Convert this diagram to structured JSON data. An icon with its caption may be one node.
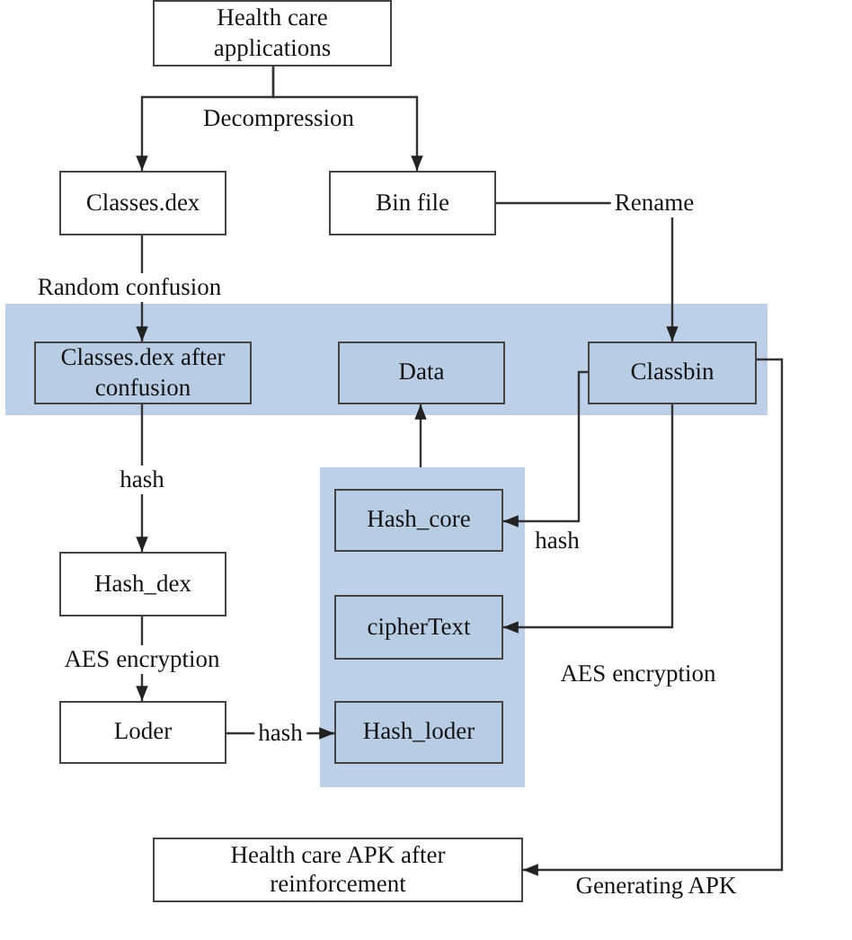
{
  "diagram": {
    "nodes": [
      {
        "text": [
          "Health care applications"
        ]
      },
      {
        "text": [
          "Classes.dex"
        ]
      },
      {
        "text": [
          "Bin file"
        ]
      },
      {
        "text": [],
        "shape": "box"
      },
      {
        "text": [
          "Classes.dex after confusion"
        ],
        "in": 3
      },
      {
        "text": [
          "Data"
        ],
        "in": 3
      },
      {
        "text": [
          "Classbin"
        ],
        "in": 3
      },
      {
        "text": [],
        "shape": "box"
      },
      {
        "text": [
          "Hash_core"
        ],
        "in": 7
      },
      {
        "text": [
          "cipherText"
        ],
        "in": 7
      },
      {
        "text": [
          "Hash_dex"
        ]
      },
      {
        "text": [
          "Loder"
        ]
      },
      {
        "text": [
          "Hash_loder"
        ],
        "in": 7
      },
      {
        "text": [
          "Health care APK after reinforcement"
        ]
      }
    ],
    "edges": [
      {
        "from": 0,
        "to": 1,
        "arrow": "to",
        "label": "Decompression"
      },
      {
        "from": 0,
        "to": 2,
        "arrow": "to"
      },
      {
        "from": 1,
        "to": 4,
        "arrow": "to",
        "label": "Random confusion"
      },
      {
        "from": 2,
        "to": 6,
        "arrow": "to",
        "label": "Rename"
      },
      {
        "from": 4,
        "to": 10,
        "arrow": "to",
        "label": "hash"
      },
      {
        "from": 6,
        "to": 8,
        "arrow": "to",
        "label": "hash"
      },
      {
        "from": 6,
        "to": 9,
        "arrow": "to",
        "label": "AES encryption"
      },
      {
        "from": 7,
        "to": 5,
        "arrow": "to"
      },
      {
        "from": 10,
        "to": 11,
        "arrow": "to",
        "label": "AES encryption"
      },
      {
        "from": 11,
        "to": 12,
        "arrow": "to",
        "label": "hash"
      },
      {
        "from": 6,
        "to": 13,
        "arrow": "to",
        "label": "Generating APK"
      }
    ]
  }
}
